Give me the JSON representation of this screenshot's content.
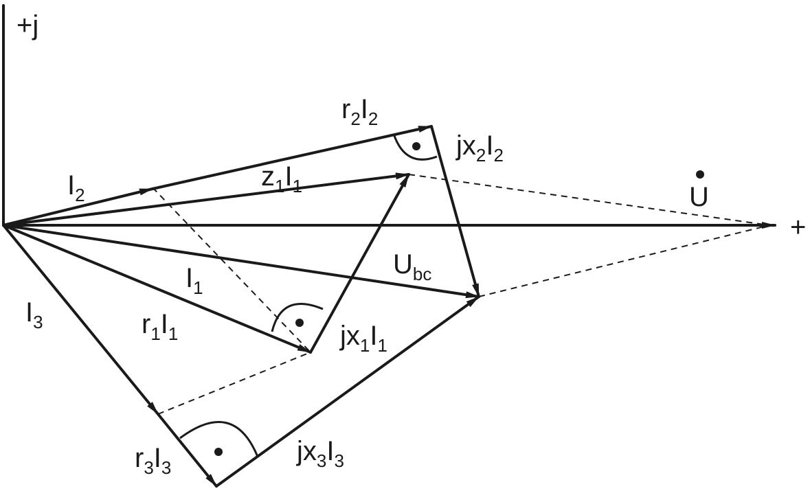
{
  "axes": {
    "imag_label": "+j",
    "real_label": "+"
  },
  "labels": {
    "I2": {
      "main": "I",
      "sub": "2"
    },
    "r2I2": {
      "main1": "r",
      "sub1": "2",
      "main2": "I",
      "sub2": "2"
    },
    "jx2I2": {
      "main1": "jx",
      "sub1": "2",
      "main2": "I",
      "sub2": "2"
    },
    "z1I1": {
      "main1": "z",
      "sub1": "1",
      "main2": "I",
      "sub2": "1"
    },
    "U": {
      "main": "U"
    },
    "Ubc": {
      "main": "U",
      "sub": "bc"
    },
    "I1": {
      "main": "I",
      "sub": "1"
    },
    "r1I1": {
      "main1": "r",
      "sub1": "1",
      "main2": "I",
      "sub2": "1"
    },
    "jx1I1": {
      "main1": "jx",
      "sub1": "1",
      "main2": "I",
      "sub2": "1"
    },
    "I3": {
      "main": "I",
      "sub": "3"
    },
    "r3I3": {
      "main1": "r",
      "sub1": "3",
      "main2": "I",
      "sub2": "3"
    },
    "jx3I3": {
      "main1": "jx",
      "sub1": "3",
      "main2": "I",
      "sub2": "3"
    }
  }
}
